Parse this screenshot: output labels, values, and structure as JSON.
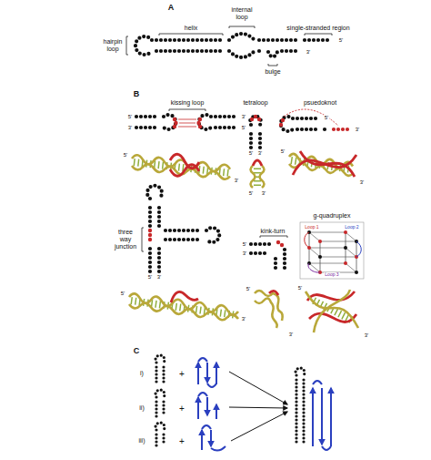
{
  "diagram": {
    "labels": [
      "A",
      "hairpin loop",
      "helix",
      "internal loop",
      "single-stranded region",
      "bulge",
      "5'",
      "3'",
      "B",
      "kissing loop",
      "tetraloop",
      "psuedoknot",
      "5'",
      "3'",
      "5'",
      "3'",
      "5'",
      "3'",
      "5'",
      "3'",
      "5'",
      "3'",
      "5'",
      "3'",
      "5'",
      "3'",
      "three way junction",
      "kink-turn",
      "g-quadruplex",
      "Loop 1",
      "Loop 2",
      "Loop 3",
      "5'",
      "3'",
      "5'",
      "3'",
      "5'",
      "3'",
      "5'",
      "3'",
      "5'",
      "3'",
      "C",
      "i)",
      "ii)",
      "iii)",
      "+",
      "+",
      "+"
    ]
  }
}
